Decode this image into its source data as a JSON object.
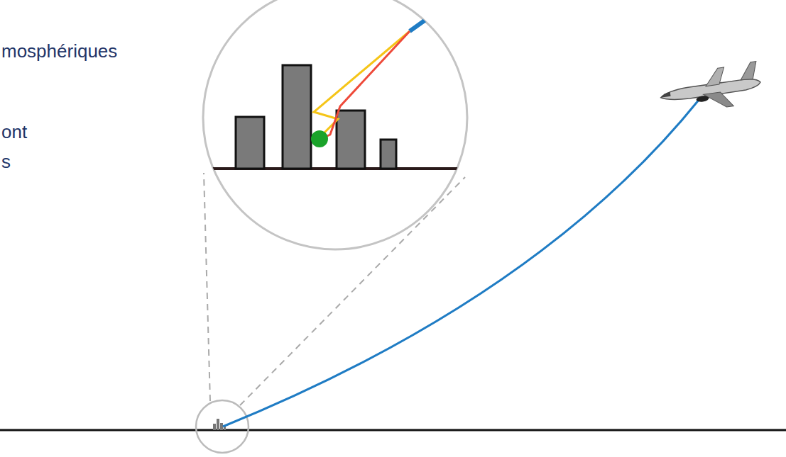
{
  "diagram": {
    "labels": [
      "mosphériques",
      "ont",
      "s"
    ]
  }
}
